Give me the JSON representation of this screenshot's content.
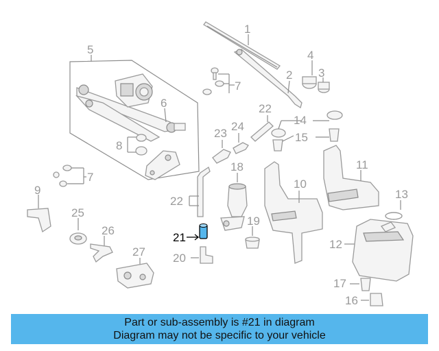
{
  "diagram": {
    "labels": [
      {
        "id": "1",
        "text": "1"
      },
      {
        "id": "2",
        "text": "2"
      },
      {
        "id": "3",
        "text": "3"
      },
      {
        "id": "4",
        "text": "4"
      },
      {
        "id": "5",
        "text": "5"
      },
      {
        "id": "6",
        "text": "6"
      },
      {
        "id": "7a",
        "text": "7"
      },
      {
        "id": "7b",
        "text": "7"
      },
      {
        "id": "8",
        "text": "8"
      },
      {
        "id": "9",
        "text": "9"
      },
      {
        "id": "10",
        "text": "10"
      },
      {
        "id": "11",
        "text": "11"
      },
      {
        "id": "12",
        "text": "12"
      },
      {
        "id": "13",
        "text": "13"
      },
      {
        "id": "14",
        "text": "14"
      },
      {
        "id": "15",
        "text": "15"
      },
      {
        "id": "16",
        "text": "16"
      },
      {
        "id": "17",
        "text": "17"
      },
      {
        "id": "18",
        "text": "18"
      },
      {
        "id": "19",
        "text": "19"
      },
      {
        "id": "20",
        "text": "20"
      },
      {
        "id": "21",
        "text": "21"
      },
      {
        "id": "22a",
        "text": "22"
      },
      {
        "id": "22b",
        "text": "22"
      },
      {
        "id": "23",
        "text": "23"
      },
      {
        "id": "24",
        "text": "24"
      },
      {
        "id": "25",
        "text": "25"
      },
      {
        "id": "26",
        "text": "26"
      },
      {
        "id": "27",
        "text": "27"
      }
    ],
    "highlight_color": "#55b6ec"
  },
  "banner": {
    "line1": "Part or sub-assembly is #21 in diagram",
    "line2": "Diagram may not be specific to your vehicle",
    "color": "#55b6ec"
  }
}
